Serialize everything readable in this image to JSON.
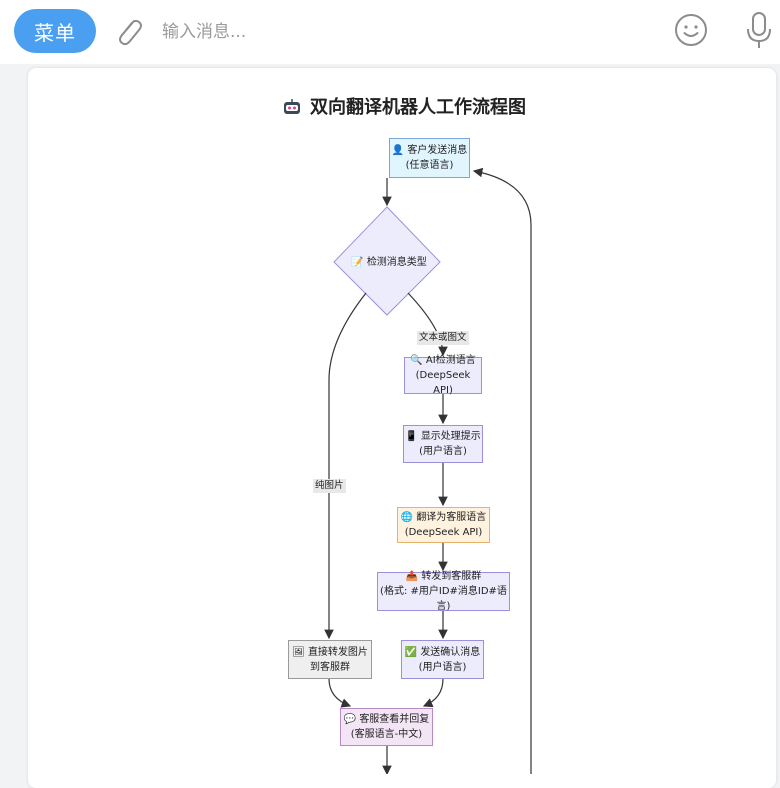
{
  "toolbar": {
    "menu_label": "菜单",
    "input_placeholder": "输入消息..."
  },
  "icons": {
    "attach": "paperclip-icon",
    "emoji": "smiley-icon",
    "voice": "microphone-icon",
    "title": "robot-icon"
  },
  "colors": {
    "menu_button": "#4a9ff0",
    "node_default": "#ececfd",
    "node_border": "#9b91db"
  },
  "diagram": {
    "title": "双向翻译机器人工作流程图",
    "nodes": {
      "customer": {
        "line1": "客户发送消息",
        "line2": "(任意语言)"
      },
      "detect_type": {
        "label": "检测消息类型"
      },
      "ai_detect": {
        "line1": "AI检测语言",
        "line2": "(DeepSeek API)"
      },
      "show_hint": {
        "line1": "显示处理提示",
        "line2": "(用户语言)"
      },
      "translate": {
        "line1": "翻译为客服语言",
        "line2": "(DeepSeek API)"
      },
      "forward": {
        "line1": "转发到客服群",
        "line2": "(格式: #用户ID#消息ID#语言)"
      },
      "forward_image": {
        "line1": "直接转发图片",
        "line2": "到客服群"
      },
      "confirm": {
        "line1": "发送确认消息",
        "line2": "(用户语言)"
      },
      "agent_reply": {
        "line1": "客服查看并回复",
        "line2": "(客服语言-中文)"
      }
    },
    "edge_labels": {
      "text_or_image": "文本或图文",
      "pure_image": "纯图片"
    }
  }
}
